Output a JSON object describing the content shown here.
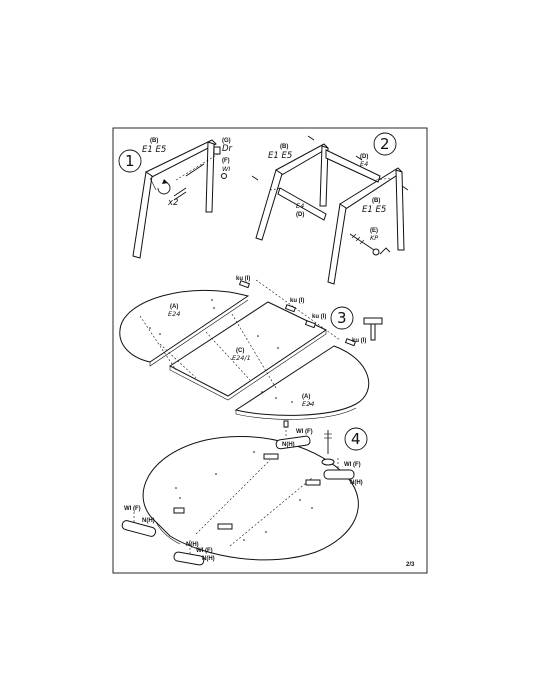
{
  "page": {
    "page_number": "2/3"
  },
  "step1": {
    "number": "1",
    "parts": {
      "B": "(B)",
      "G": "(G)",
      "F": "(F)"
    },
    "codes": {
      "legs": "E1 E5",
      "dr": "Dr",
      "wi": "WI"
    },
    "multiplier": "x2"
  },
  "step2": {
    "number": "2",
    "parts": {
      "B1": "(B)",
      "D1": "(D)",
      "D2": "(D)",
      "B2": "(B)",
      "E": "(E)"
    },
    "codes": {
      "legs1": "E1 E5",
      "e4a": "E4",
      "e4b": "E4",
      "legs2": "E1 E5",
      "kp": "KP"
    }
  },
  "step3": {
    "number": "3",
    "parts": {
      "A1": "(A)",
      "C": "(C)",
      "A2": "(A)",
      "I1": "ku (I)",
      "I2": "ku (I)",
      "I3": "ku (I)",
      "I4": "ku (I)"
    },
    "codes": {
      "e24a": "E24",
      "e24c": "E24/1",
      "e24b": "E24"
    }
  },
  "step4": {
    "number": "4",
    "parts": {
      "F1": "WI (F)",
      "H1": "N(H)",
      "F2": "WI (F)",
      "H2": "N(H)",
      "F3": "WI (F)",
      "H3": "N(H)",
      "F4": "WI (F)",
      "H4": "N(H)",
      "H5": "N(H)"
    }
  }
}
